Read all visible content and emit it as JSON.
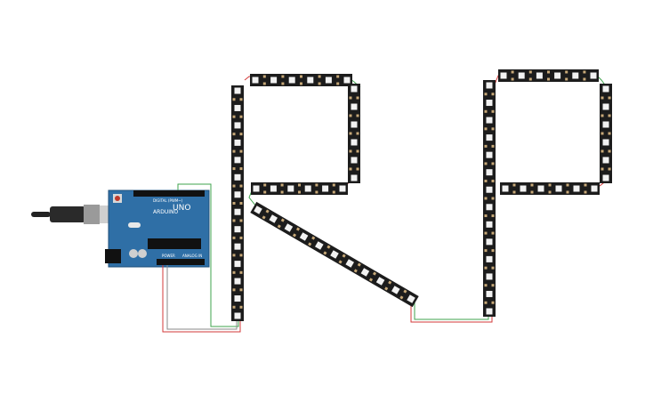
{
  "arduino": {
    "logo_text": "ARDUINO",
    "model_text": "UNO",
    "label_digital": "DIGITAL (PWM~)",
    "label_power": "POWER",
    "label_analog": "ANALOG IN"
  },
  "strips": [
    {
      "name": "strip-left-vertical",
      "leds": 14
    },
    {
      "name": "strip-r-top",
      "leds": 6
    },
    {
      "name": "strip-r-right-vertical",
      "leds": 6
    },
    {
      "name": "strip-r-middle",
      "leds": 6
    },
    {
      "name": "strip-r-diagonal",
      "leds": 11
    },
    {
      "name": "strip-p-vertical",
      "leds": 14
    },
    {
      "name": "strip-p-top",
      "leds": 6
    },
    {
      "name": "strip-p-right-vertical",
      "leds": 6
    },
    {
      "name": "strip-p-middle",
      "leds": 6
    }
  ],
  "colors": {
    "strip": "#1c1c1c",
    "led": "#f2f2f2",
    "pad": "#c8a978",
    "board": "#2f6fa6",
    "wire_red": "#d33a3a",
    "wire_green": "#3fa34d",
    "wire_gray": "#8a8a8a"
  }
}
